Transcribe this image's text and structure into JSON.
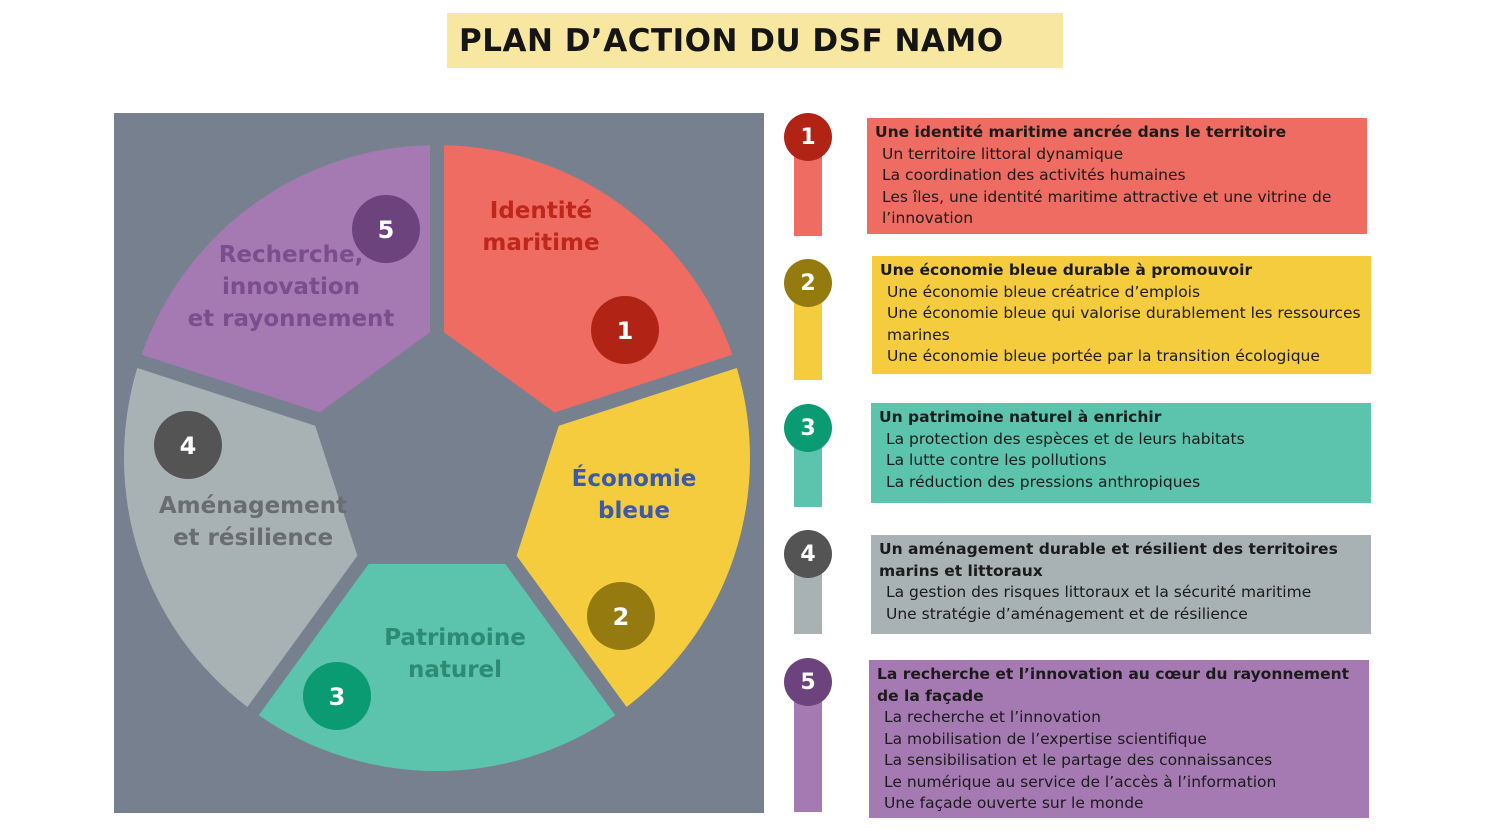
{
  "title": "PLAN D’ACTION DU DSF NAMO",
  "colors": {
    "background_panel": "#76808f",
    "red": "#ee6c62",
    "red_dark": "#b12315",
    "yellow": "#f4cc3e",
    "yellow_dark": "#957b0f",
    "green": "#5cc3ad",
    "green_dark": "#0a9b73",
    "grey": "#a8b1b3",
    "grey_dark": "#545454",
    "purple": "#a57ab2",
    "purple_dark": "#6c437c",
    "title_bg": "#f8e7a0"
  },
  "wheel": {
    "segments": [
      {
        "number": "1",
        "label_lines": [
          "Identité",
          "maritime"
        ]
      },
      {
        "number": "2",
        "label_lines": [
          "Économie",
          "bleue"
        ]
      },
      {
        "number": "3",
        "label_lines": [
          "Patrimoine",
          "naturel"
        ]
      },
      {
        "number": "4",
        "label_lines": [
          "Aménagement",
          "et résilience"
        ]
      },
      {
        "number": "5",
        "label_lines": [
          "Recherche,",
          "innovation",
          "et rayonnement"
        ]
      }
    ]
  },
  "axes": [
    {
      "number": "1",
      "title": "Une identité maritime ancrée dans le territoire",
      "items": [
        "Un territoire littoral dynamique",
        "La coordination des activités humaines",
        "Les îles, une identité maritime attractive et une vitrine de l’innovation"
      ]
    },
    {
      "number": "2",
      "title": "Une économie bleue durable à promouvoir",
      "items": [
        "Une économie bleue créatrice d’emplois",
        "Une économie bleue qui valorise durablement les ressources marines",
        "Une économie bleue portée par la transition écologique"
      ]
    },
    {
      "number": "3",
      "title": "Un patrimoine naturel à enrichir",
      "items": [
        "La protection des espèces et de leurs habitats",
        "La lutte contre les pollutions",
        "La réduction des pressions anthropiques"
      ]
    },
    {
      "number": "4",
      "title": "Un aménagement durable et résilient des territoires marins et littoraux",
      "items": [
        "La gestion des risques littoraux et la sécurité maritime",
        "Une stratégie d’aménagement et de résilience"
      ]
    },
    {
      "number": "5",
      "title": "La recherche et l’innovation au cœur du rayonnement de la façade",
      "items": [
        "La recherche et l’innovation",
        "La mobilisation de l’expertise scientifique",
        "La sensibilisation et le partage des connaissances",
        "Le numérique au service de l’accès à l’information",
        "Une façade ouverte sur le monde"
      ]
    }
  ]
}
